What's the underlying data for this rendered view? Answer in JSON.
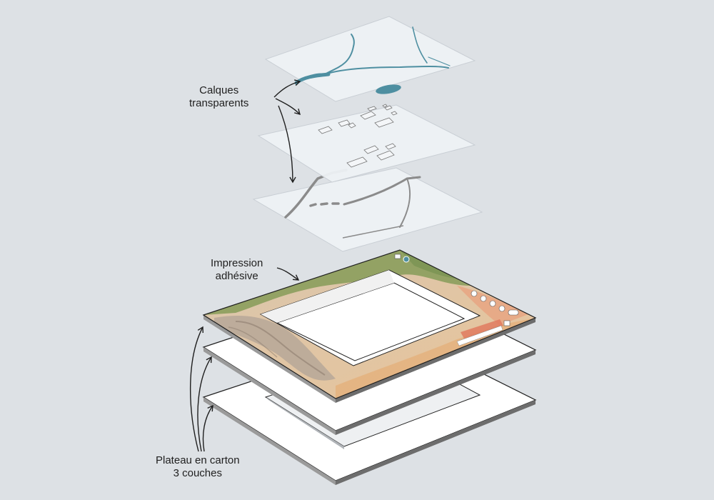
{
  "labels": {
    "transparent_layers": {
      "line1": "Calques",
      "line2": "transparents"
    },
    "adhesive_print": {
      "line1": "Impression",
      "line2": "adhésive"
    },
    "cardboard_tray": {
      "line1": "Plateau en carton",
      "line2": "3 couches"
    }
  },
  "colors": {
    "background": "#dde1e5",
    "transparent_layer": "#eef2f5",
    "water": "#4e8fa1",
    "road": "#8b8b8b",
    "cardboard": "#ffffff",
    "terrain_green": "#8c9e5e",
    "terrain_sand": "#e6c7a0",
    "terrain_rock": "#b9a899",
    "ui_accent": "#e07a5f"
  },
  "icons": [
    "pencil-icon",
    "circle-icon",
    "triangle-icon",
    "house-icon",
    "search-icon"
  ]
}
